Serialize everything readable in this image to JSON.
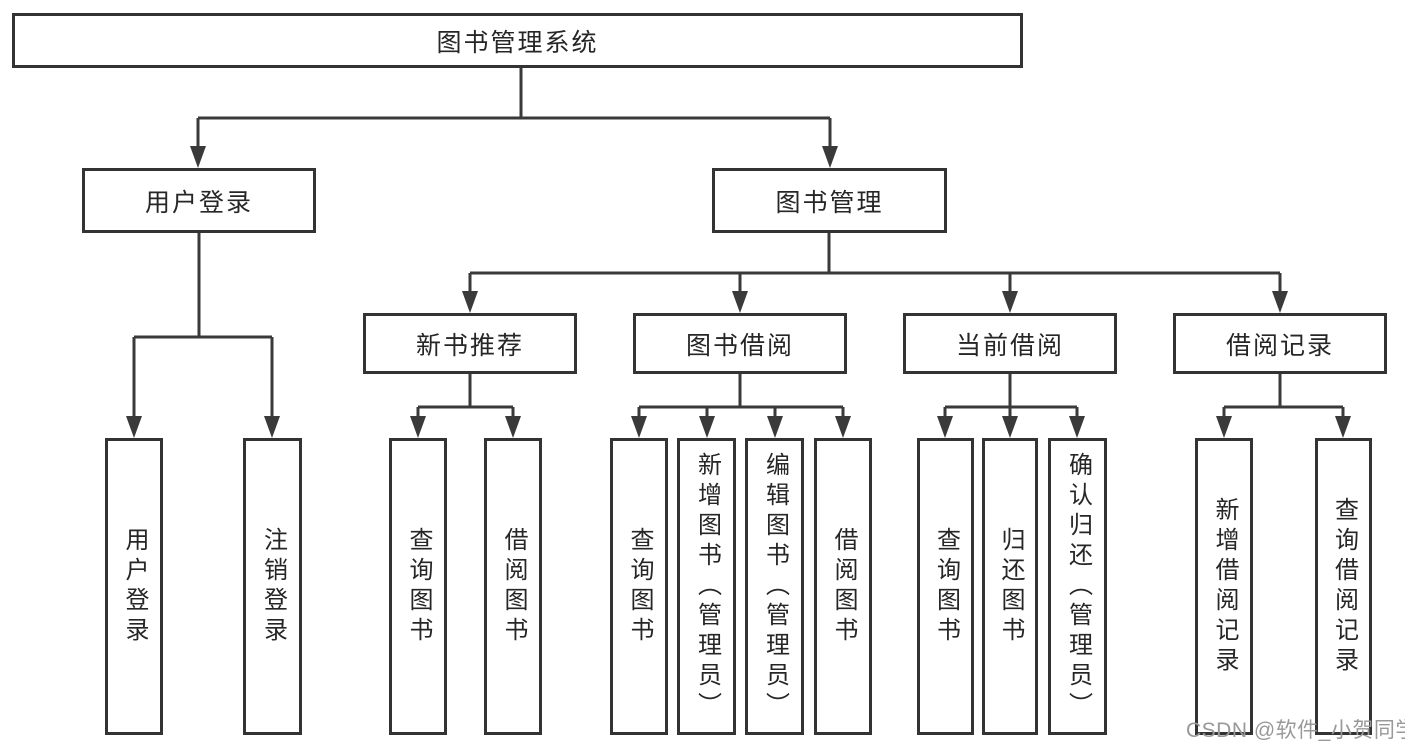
{
  "diagram_type": "hierarchy",
  "colors": {
    "line": "#3a3a3a",
    "box_border": "#333333",
    "box_fill": "#ffffff",
    "text": "#262626",
    "watermark": "#999999",
    "background": "#ffffff"
  },
  "watermark": {
    "text": "CSDN @软件_小贺同学"
  },
  "tree": {
    "label": "图书管理系统",
    "children": [
      {
        "label": "用户登录",
        "children": [
          {
            "label": "用户登录"
          },
          {
            "label": "注销登录"
          }
        ]
      },
      {
        "label": "图书管理",
        "children": [
          {
            "label": "新书推荐",
            "children": [
              {
                "label": "查询图书"
              },
              {
                "label": "借阅图书"
              }
            ]
          },
          {
            "label": "图书借阅",
            "children": [
              {
                "label": "查询图书"
              },
              {
                "label": "新增图书（管理员）"
              },
              {
                "label": "编辑图书（管理员）"
              },
              {
                "label": "借阅图书"
              }
            ]
          },
          {
            "label": "当前借阅",
            "children": [
              {
                "label": "查询图书"
              },
              {
                "label": "归还图书"
              },
              {
                "label": "确认归还（管理员）"
              }
            ]
          },
          {
            "label": "借阅记录",
            "children": [
              {
                "label": "新增借阅记录"
              },
              {
                "label": "查询借阅记录"
              }
            ]
          }
        ]
      }
    ]
  }
}
